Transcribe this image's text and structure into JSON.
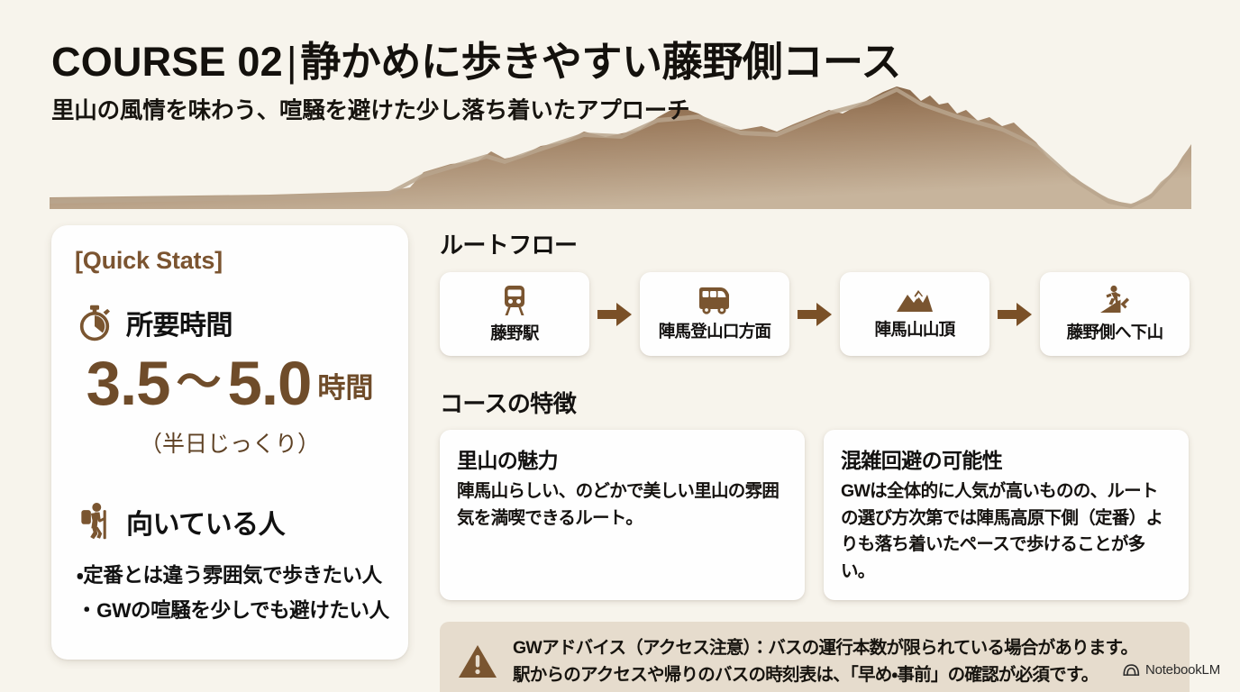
{
  "header": {
    "course_label": "COURSE 02",
    "divider": "|",
    "title_main": "静かめに歩きやすい藤野側コース",
    "subtitle": "里山の風情を味わう、喧騒を避けた少し落ち着いたアプローチ"
  },
  "quick_stats": {
    "title": "[Quick Stats]",
    "duration": {
      "icon": "stopwatch-icon",
      "label": "所要時間",
      "value_min": "3.5",
      "tilde": "〜",
      "value_max": "5.0",
      "unit": "時間",
      "note": "（半日じっくり）"
    },
    "audience": {
      "icon": "hiker-icon",
      "label": "向いている人",
      "items": [
        "・定番とは違う雰囲気で歩きたい人",
        "・GWの喧騒を少しでも避けたい人"
      ]
    }
  },
  "route_flow": {
    "heading": "ルートフロー",
    "steps": [
      {
        "icon": "train-icon",
        "label": "藤野駅"
      },
      {
        "icon": "bus-icon",
        "label": "陣馬登山口方面"
      },
      {
        "icon": "mountain-icon",
        "label": "陣馬山山頂"
      },
      {
        "icon": "hiking-descent-icon",
        "label": "藤野側へ下山"
      }
    ]
  },
  "features": {
    "heading": "コースの特徴",
    "cards": [
      {
        "title": "里山の魅力",
        "body": "陣馬山らしい、のどかで美しい里山の雰囲気を満喫できるルート。"
      },
      {
        "title": "混雑回避の可能性",
        "body": "GWは全体的に人気が高いものの、ルートの選び方次第では陣馬高原下側（定番）よりも落ち着いたペースで歩けることが多い。"
      }
    ]
  },
  "advice": {
    "icon": "warning-triangle-icon",
    "line1": "GWアドバイス（アクセス注意）：バスの運行本数が限られている場合があります。",
    "line2": "駅からのアクセスや帰りのバスの時刻表は、「早め・事前」の確認が必須です。"
  },
  "footer": {
    "brand_icon": "notebooklm-icon",
    "brand_name": "NotebookLM"
  },
  "colors": {
    "background": "#f7f4ec",
    "card": "#fefefe",
    "accent_brown": "#7b5430",
    "icon_brown": "#7a5530",
    "arrow_brown": "#7a5027",
    "banner_bg": "#e6dccd",
    "text_dark": "#141210"
  }
}
